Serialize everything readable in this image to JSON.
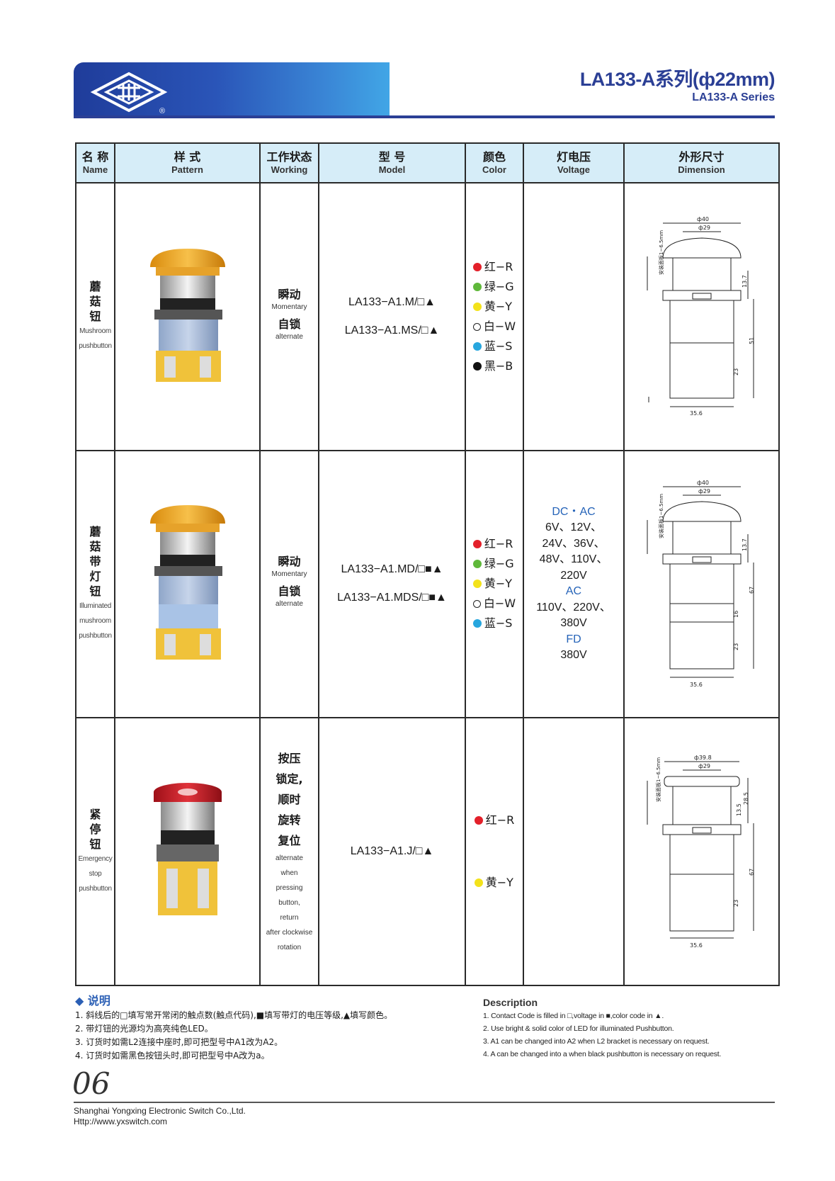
{
  "header": {
    "title": "LA133-A系列(ф22mm)",
    "subtitle": "LA133-A Series"
  },
  "table": {
    "headers": [
      {
        "zh": "名 称",
        "en": "Name"
      },
      {
        "zh": "样 式",
        "en": "Pattern"
      },
      {
        "zh": "工作状态",
        "en": "Working"
      },
      {
        "zh": "型 号",
        "en": "Model"
      },
      {
        "zh": "颜色",
        "en": "Color"
      },
      {
        "zh": "灯电压",
        "en": "Voltage"
      },
      {
        "zh": "外形尺寸",
        "en": "Dimension"
      }
    ],
    "rows": [
      {
        "name_zh": [
          "蘑",
          "菇",
          "钮"
        ],
        "name_en": [
          "Mushroom",
          "pushbutton"
        ],
        "working": [
          {
            "zh": "瞬动",
            "en": "Momentary"
          },
          {
            "zh": "自锁",
            "en": "alternate"
          }
        ],
        "models": [
          "LA133−A1.M/□▲",
          "LA133−A1.MS/□▲"
        ],
        "colors": [
          {
            "label": "红−R",
            "color": "#e3202a"
          },
          {
            "label": "绿−G",
            "color": "#5fb83a"
          },
          {
            "label": "黄−Y",
            "color": "#f3e21b"
          },
          {
            "label": "白−W",
            "color": "#ffffff"
          },
          {
            "label": "蓝−S",
            "color": "#27a6de"
          },
          {
            "label": "黑−B",
            "color": "#111111"
          }
        ],
        "dim": {
          "top": "ф40",
          "top2": "ф29",
          "side": "安装面板1~6.5mm",
          "d1": "13.7",
          "d2": "51",
          "d3": "23",
          "bottom": "35.6"
        }
      },
      {
        "name_zh": [
          "蘑",
          "菇",
          "带",
          "灯",
          "钮"
        ],
        "name_en": [
          "Illuminated",
          "mushroom",
          "pushbutton"
        ],
        "working": [
          {
            "zh": "瞬动",
            "en": "Momentary"
          },
          {
            "zh": "自锁",
            "en": "alternate"
          }
        ],
        "models": [
          "LA133−A1.MD/□■▲",
          "LA133−A1.MDS/□■▲"
        ],
        "colors": [
          {
            "label": "红−R",
            "color": "#e3202a"
          },
          {
            "label": "绿−G",
            "color": "#5fb83a"
          },
          {
            "label": "黄−Y",
            "color": "#f3e21b"
          },
          {
            "label": "白−W",
            "color": "#ffffff"
          },
          {
            "label": "蓝−S",
            "color": "#27a6de"
          }
        ],
        "voltage": [
          {
            "text": "DC・AC",
            "blue": true
          },
          {
            "text": "6V、12V、",
            "blue": false
          },
          {
            "text": "24V、36V、",
            "blue": false
          },
          {
            "text": "48V、110V、",
            "blue": false
          },
          {
            "text": "220V",
            "blue": false
          },
          {
            "text": "AC",
            "blue": true
          },
          {
            "text": "110V、220V、",
            "blue": false
          },
          {
            "text": "380V",
            "blue": false
          },
          {
            "text": "FD",
            "blue": true
          },
          {
            "text": "380V",
            "blue": false
          }
        ],
        "dim": {
          "top": "ф40",
          "top2": "ф29",
          "side": "安装面板1~6.5mm",
          "d1": "13.7",
          "d2": "67",
          "d3": "16",
          "d4": "23",
          "bottom": "35.6"
        }
      },
      {
        "name_zh": [
          "紧",
          "停",
          "钮"
        ],
        "name_en": [
          "Emergency",
          "stop",
          "pushbutton"
        ],
        "working_zh": [
          "按压",
          "锁定,",
          "顺时",
          "旋转",
          "复位"
        ],
        "working_en": [
          "alternate",
          "when",
          "pressing",
          "button,",
          "return",
          "after clockwise",
          "rotation"
        ],
        "models": [
          "LA133−A1.J/□▲"
        ],
        "colors": [
          {
            "label": "红−R",
            "color": "#e3202a"
          },
          {
            "label": "黄−Y",
            "color": "#f3e21b"
          }
        ],
        "dim": {
          "top": "ф39.8",
          "top2": "ф29",
          "side": "安装面板1~6.5mm",
          "d1": "13.5",
          "d2": "28.5",
          "d3": "67",
          "d4": "23",
          "bottom": "35.6"
        }
      }
    ]
  },
  "notes_zh": {
    "title": "◆ 说明",
    "lines": [
      "1. 斜线后的□填写常开常闭的触点数(触点代码),■填写带灯的电压等级,▲填写颜色。",
      "2. 带灯钮的光源均为高亮纯色LED。",
      "3. 订货时如需L2连接中座时,即可把型号中A1改为A2。",
      "4. 订货时如需黑色按钮头时,即可把型号中A改为a。"
    ]
  },
  "notes_en": {
    "title": "Description",
    "lines": [
      "1. Contact Code is filled in □,voltage in ■,color code in ▲.",
      "2. Use bright & solid color of LED for illuminated Pushbutton.",
      "3. A1 can be changed into A2 when L2 bracket is necessary on request.",
      "4. A can be changed into a when black pushbutton is necessary on request."
    ]
  },
  "footer": {
    "page": "06",
    "company": "Shanghai Yongxing Electronic Switch Co.,Ltd.",
    "url": "Http://www.yxswitch.com"
  }
}
